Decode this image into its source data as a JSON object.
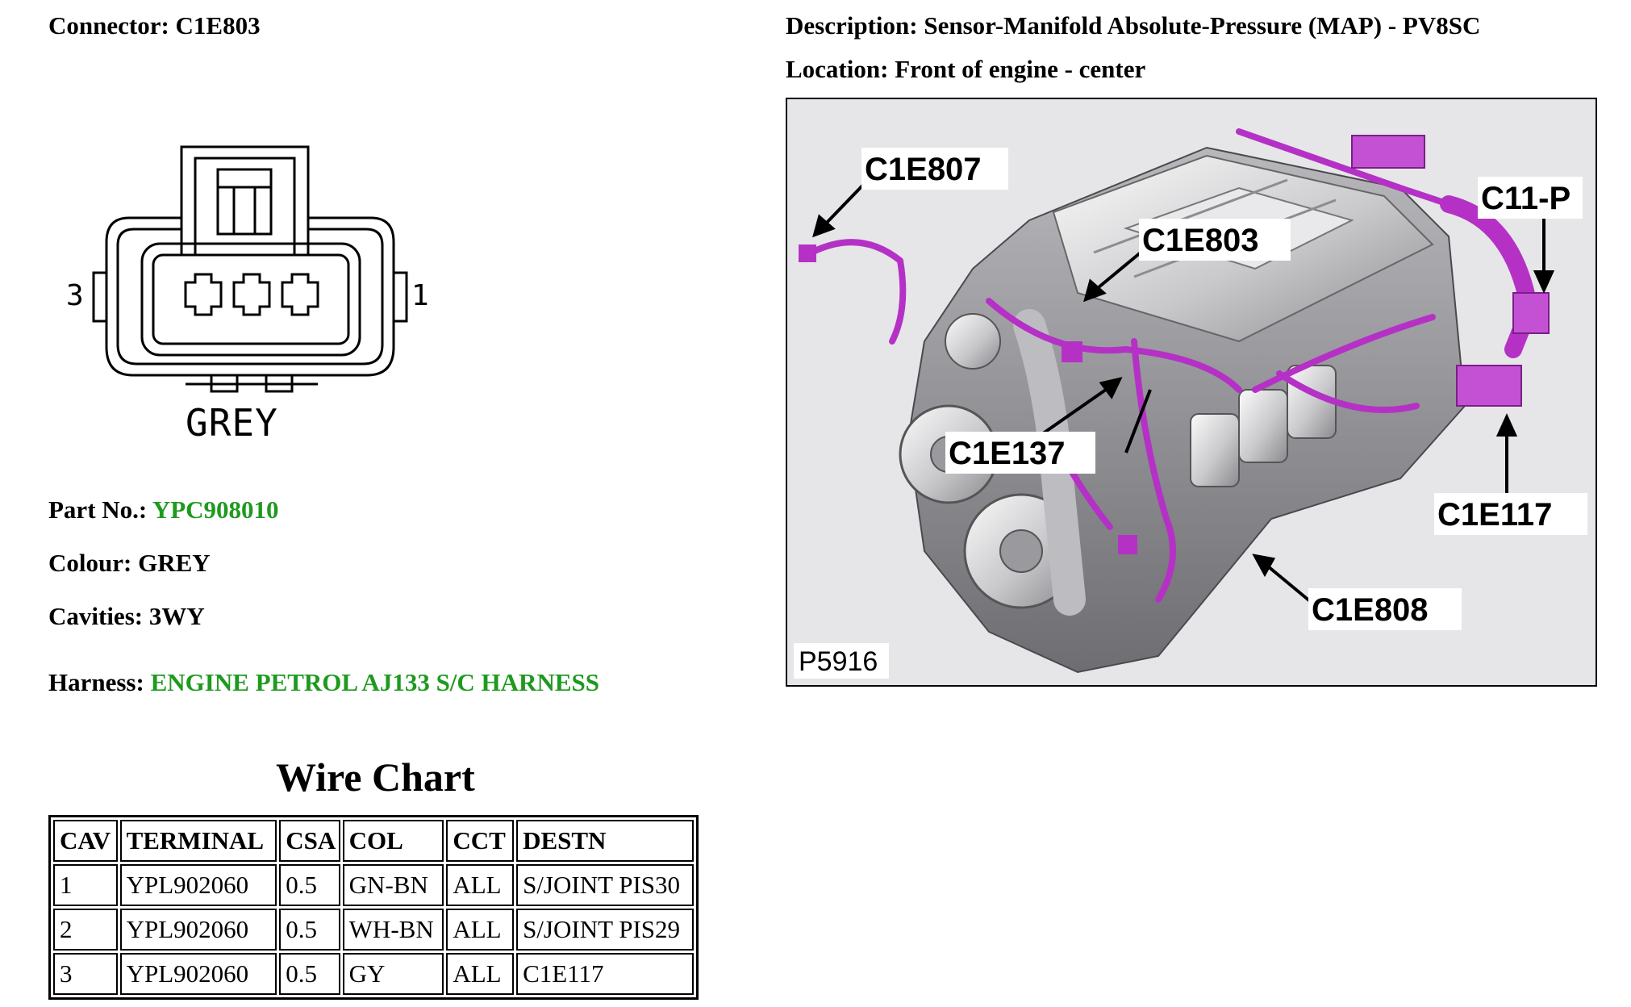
{
  "connector": {
    "label": "Connector:",
    "value": "C1E803"
  },
  "description": {
    "label": "Description:",
    "value": "Sensor-Manifold Absolute-Pressure (MAP) - PV8SC"
  },
  "location": {
    "label": "Location:",
    "value": "Front of engine - center"
  },
  "face": {
    "pin_left": "3",
    "pin_right": "1",
    "colour": "GREY"
  },
  "part_no": {
    "label": "Part No.:",
    "value": "YPC908010"
  },
  "colour": {
    "label": "Colour:",
    "value": "GREY"
  },
  "cavities": {
    "label": "Cavities:",
    "value": "3WY"
  },
  "harness": {
    "label": "Harness:",
    "value": "ENGINE PETROL AJ133 S/C HARNESS"
  },
  "figure": {
    "callouts": [
      "C1E807",
      "C1E803",
      "C11-P",
      "C1E137",
      "C1E117",
      "C1E808"
    ],
    "figure_id": "P5916",
    "highlight_color": "#b531c6"
  },
  "wire_chart": {
    "title": "Wire Chart",
    "headers": [
      "CAV",
      "TERMINAL",
      "CSA",
      "COL",
      "CCT",
      "DESTN"
    ],
    "rows": [
      [
        "1",
        "YPL902060",
        "0.5",
        "GN-BN",
        "ALL",
        "S/JOINT PIS30"
      ],
      [
        "2",
        "YPL902060",
        "0.5",
        "WH-BN",
        "ALL",
        "S/JOINT PIS29"
      ],
      [
        "3",
        "YPL902060",
        "0.5",
        "GY",
        "ALL",
        "C1E117"
      ]
    ]
  },
  "colors": {
    "link_green": "#1e9a1e"
  }
}
